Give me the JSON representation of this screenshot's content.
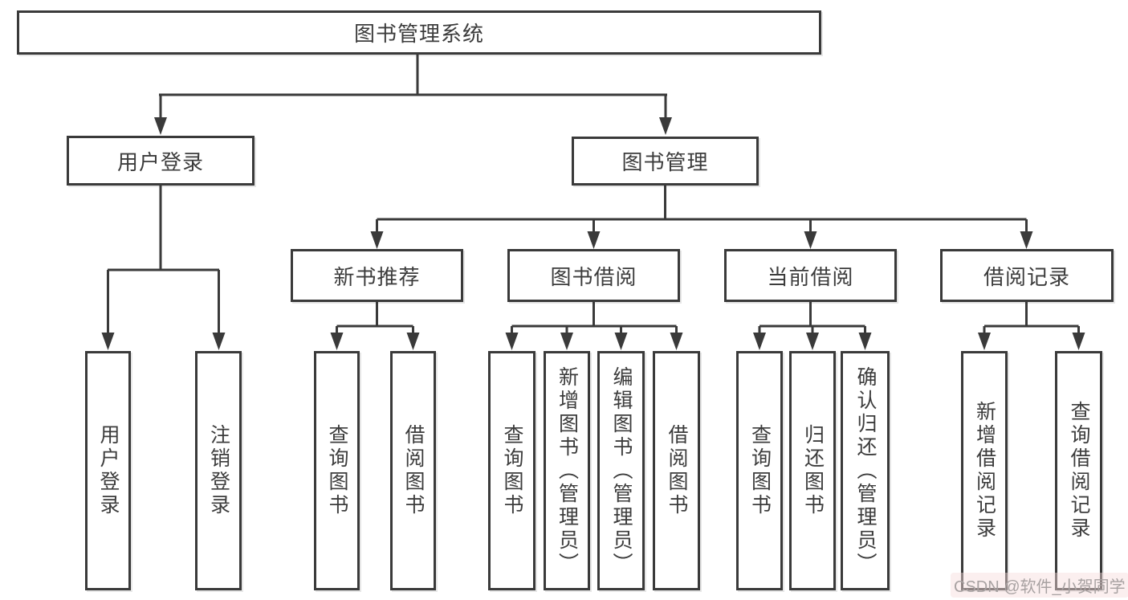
{
  "root": {
    "label": "图书管理系统"
  },
  "level2": [
    {
      "label": "用户登录"
    },
    {
      "label": "图书管理"
    }
  ],
  "level3": [
    {
      "label": "新书推荐"
    },
    {
      "label": "图书借阅"
    },
    {
      "label": "当前借阅"
    },
    {
      "label": "借阅记录"
    }
  ],
  "leaves": {
    "user": [
      "用户登录",
      "注销登录"
    ],
    "recommend": [
      "查询图书",
      "借阅图书"
    ],
    "borrow": [
      "查询图书",
      "新增图书（管理员）",
      "编辑图书（管理员）",
      "借阅图书"
    ],
    "current": [
      "查询图书",
      "归还图书",
      "确认归还（管理员）"
    ],
    "records": [
      "新增借阅记录",
      "查询借阅记录"
    ]
  },
  "watermark": {
    "text": "CSDN @软件_小贺同学"
  },
  "colors": {
    "line": "#3a3a3a",
    "text": "#3c3c3c",
    "background": "#ffffff",
    "watermark_text": "#a8a2a2",
    "watermark_halo": "#f6dcdc"
  }
}
